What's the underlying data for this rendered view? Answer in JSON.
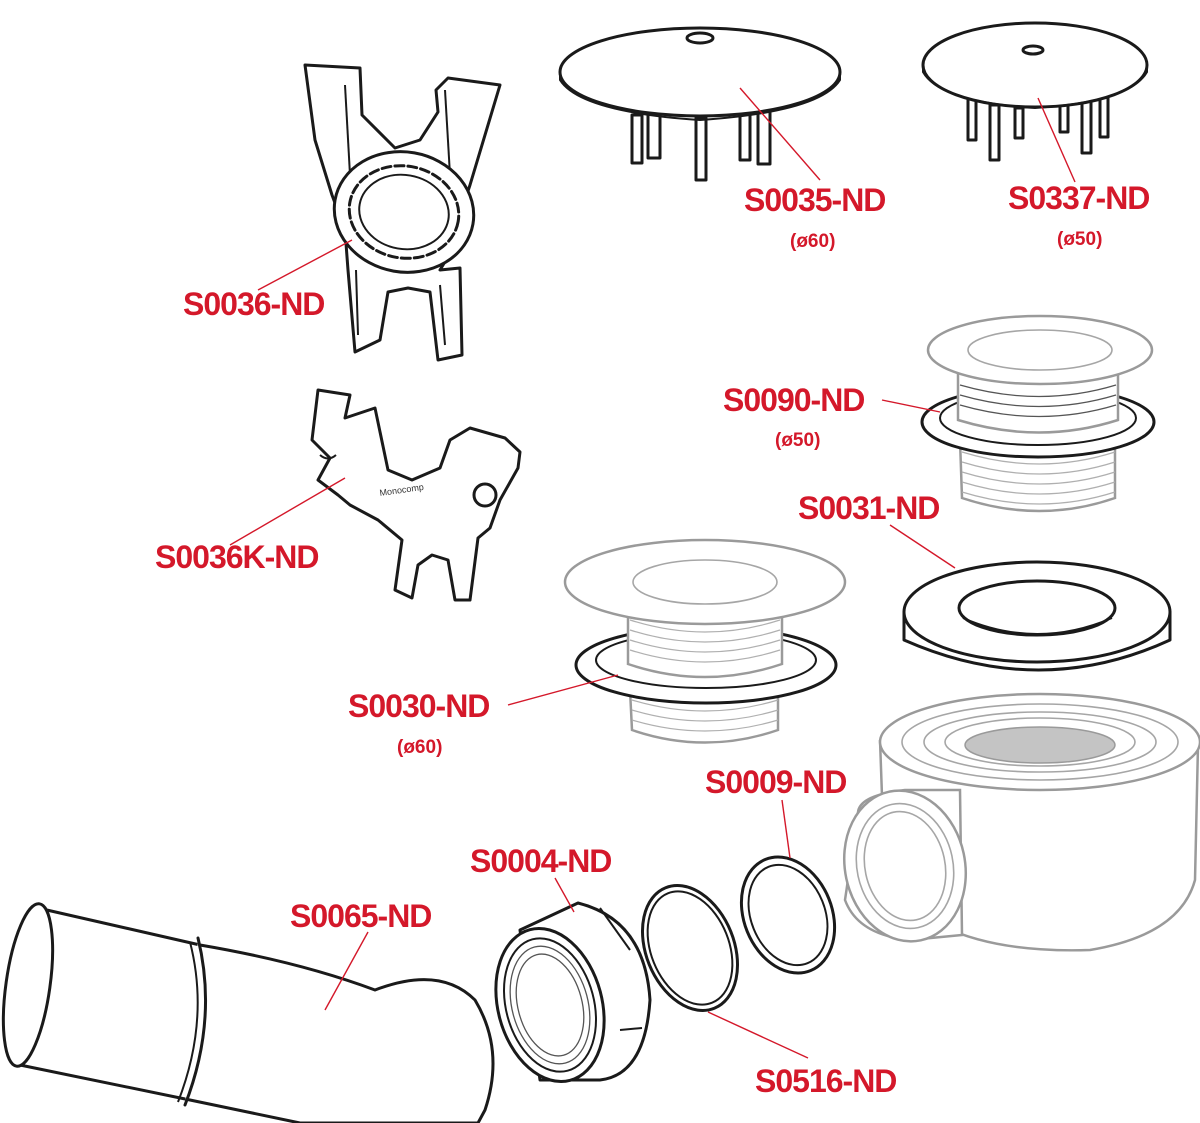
{
  "accent_color": "#d4182a",
  "labels": {
    "s0036": "S0036-ND",
    "s0035": "S0035-ND",
    "s0035_size": "(ø60)",
    "s0337": "S0337-ND",
    "s0337_size": "(ø50)",
    "s0090": "S0090-ND",
    "s0090_size": "(ø50)",
    "s0036k": "S0036K-ND",
    "s0031": "S0031-ND",
    "s0030": "S0030-ND",
    "s0030_size": "(ø60)",
    "s0009": "S0009-ND",
    "s0004": "S0004-ND",
    "s0065": "S0065-ND",
    "s0516": "S0516-ND"
  }
}
